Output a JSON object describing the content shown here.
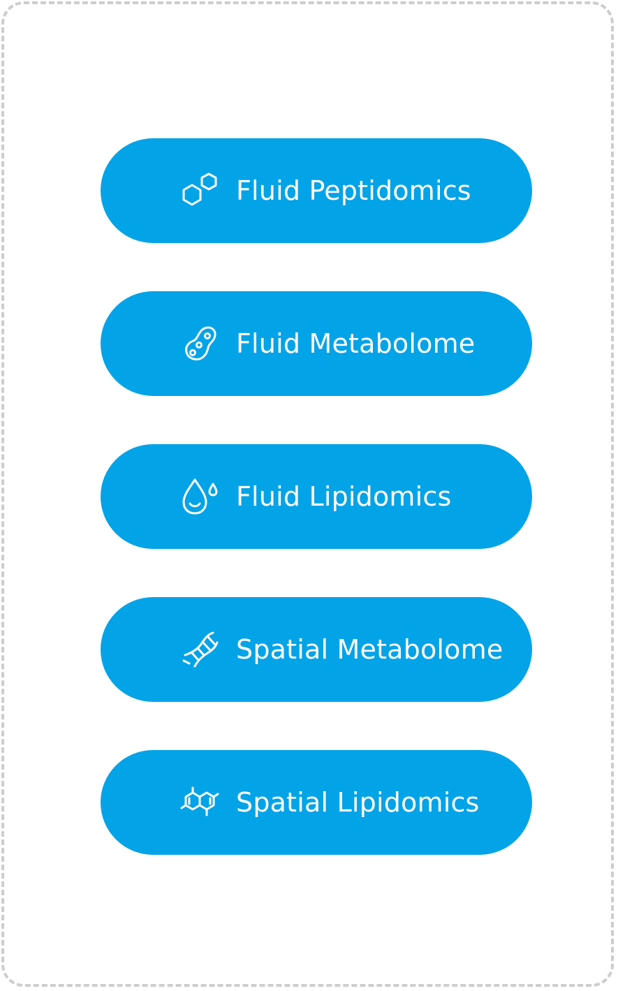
{
  "theme": {
    "button_color": "#03a3e8",
    "text_color": "#ffffff",
    "frame_border_color": "#cdcdcd"
  },
  "buttons": [
    {
      "label": "Fluid Peptidomics",
      "icon": "hexagon-molecule-icon"
    },
    {
      "label": "Fluid Metabolome",
      "icon": "cell-icon"
    },
    {
      "label": "Fluid Lipidomics",
      "icon": "droplet-icon"
    },
    {
      "label": "Spatial Metabolome",
      "icon": "dna-icon"
    },
    {
      "label": "Spatial Lipidomics",
      "icon": "benzene-ring-icon"
    }
  ]
}
